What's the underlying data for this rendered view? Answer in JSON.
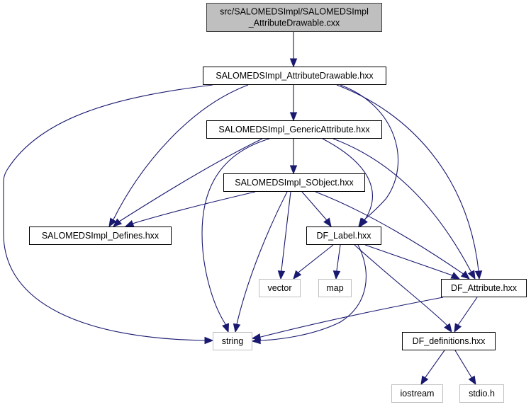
{
  "diagram": {
    "type": "include-dependency-graph",
    "colors": {
      "edge": "#191970",
      "root_fill": "#bfbfbf",
      "root_stroke": "#404040",
      "documented_stroke": "#000000",
      "external_stroke": "#bfbfbf"
    },
    "nodes": [
      {
        "id": "root",
        "label_lines": [
          "src/SALOMEDSImpl/SALOMEDSImpl",
          "_AttributeDrawable.cxx"
        ],
        "kind": "root"
      },
      {
        "id": "attrdrawable",
        "label_lines": [
          "SALOMEDSImpl_AttributeDrawable.hxx"
        ],
        "kind": "documented"
      },
      {
        "id": "genericattr",
        "label_lines": [
          "SALOMEDSImpl_GenericAttribute.hxx"
        ],
        "kind": "documented"
      },
      {
        "id": "sobject",
        "label_lines": [
          "SALOMEDSImpl_SObject.hxx"
        ],
        "kind": "documented"
      },
      {
        "id": "defines",
        "label_lines": [
          "SALOMEDSImpl_Defines.hxx"
        ],
        "kind": "documented"
      },
      {
        "id": "dflabel",
        "label_lines": [
          "DF_Label.hxx"
        ],
        "kind": "documented"
      },
      {
        "id": "vector",
        "label_lines": [
          "vector"
        ],
        "kind": "external"
      },
      {
        "id": "map",
        "label_lines": [
          "map"
        ],
        "kind": "external"
      },
      {
        "id": "dfattribute",
        "label_lines": [
          "DF_Attribute.hxx"
        ],
        "kind": "documented"
      },
      {
        "id": "string",
        "label_lines": [
          "string"
        ],
        "kind": "external"
      },
      {
        "id": "dfdefinitions",
        "label_lines": [
          "DF_definitions.hxx"
        ],
        "kind": "documented"
      },
      {
        "id": "iostream",
        "label_lines": [
          "iostream"
        ],
        "kind": "external"
      },
      {
        "id": "stdio",
        "label_lines": [
          "stdio.h"
        ],
        "kind": "external"
      }
    ],
    "edges": [
      {
        "from": "root",
        "to": "attrdrawable"
      },
      {
        "from": "attrdrawable",
        "to": "genericattr"
      },
      {
        "from": "attrdrawable",
        "to": "string"
      },
      {
        "from": "attrdrawable",
        "to": "defines"
      },
      {
        "from": "attrdrawable",
        "to": "dflabel"
      },
      {
        "from": "attrdrawable",
        "to": "dfattribute"
      },
      {
        "from": "genericattr",
        "to": "sobject"
      },
      {
        "from": "genericattr",
        "to": "defines"
      },
      {
        "from": "genericattr",
        "to": "string"
      },
      {
        "from": "genericattr",
        "to": "dflabel"
      },
      {
        "from": "genericattr",
        "to": "dfattribute"
      },
      {
        "from": "sobject",
        "to": "defines"
      },
      {
        "from": "sobject",
        "to": "dflabel"
      },
      {
        "from": "sobject",
        "to": "vector"
      },
      {
        "from": "sobject",
        "to": "string"
      },
      {
        "from": "sobject",
        "to": "dfattribute"
      },
      {
        "from": "dflabel",
        "to": "vector"
      },
      {
        "from": "dflabel",
        "to": "map"
      },
      {
        "from": "dflabel",
        "to": "string"
      },
      {
        "from": "dflabel",
        "to": "dfattribute"
      },
      {
        "from": "dflabel",
        "to": "dfdefinitions"
      },
      {
        "from": "dfattribute",
        "to": "string"
      },
      {
        "from": "dfattribute",
        "to": "dfdefinitions"
      },
      {
        "from": "dfdefinitions",
        "to": "iostream"
      },
      {
        "from": "dfdefinitions",
        "to": "stdio"
      }
    ]
  }
}
